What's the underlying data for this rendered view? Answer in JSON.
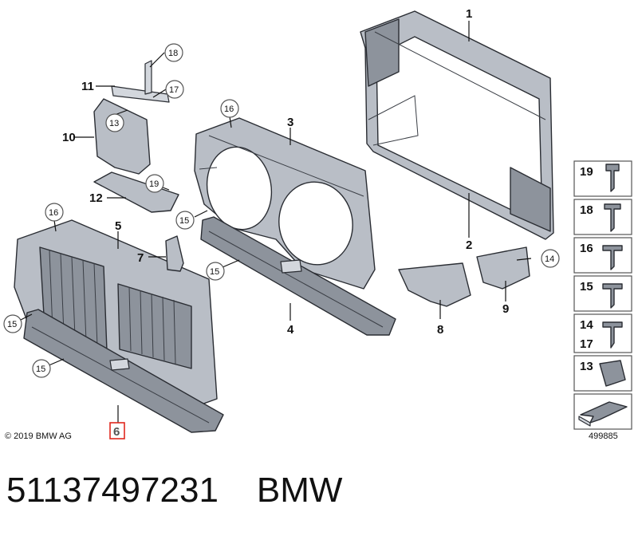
{
  "diagram": {
    "copyright": "© 2019 BMW AG",
    "figure_id": "499885",
    "callouts": {
      "p1": "1",
      "p2": "2",
      "p3": "3",
      "p4": "4",
      "p5": "5",
      "p6": "6",
      "p7": "7",
      "p8": "8",
      "p9": "9",
      "p10": "10",
      "p11": "11",
      "p12": "12",
      "p13": "13",
      "p14": "14",
      "p15a": "15",
      "p15b": "15",
      "p15c": "15",
      "p15d": "15",
      "p16a": "16",
      "p16b": "16",
      "p17": "17",
      "p18": "18",
      "p19": "19"
    },
    "fasteners": [
      "19",
      "18",
      "16",
      "15",
      "14",
      "17",
      "13"
    ]
  },
  "footer": {
    "part_number": "51137497231",
    "brand": "BMW"
  }
}
